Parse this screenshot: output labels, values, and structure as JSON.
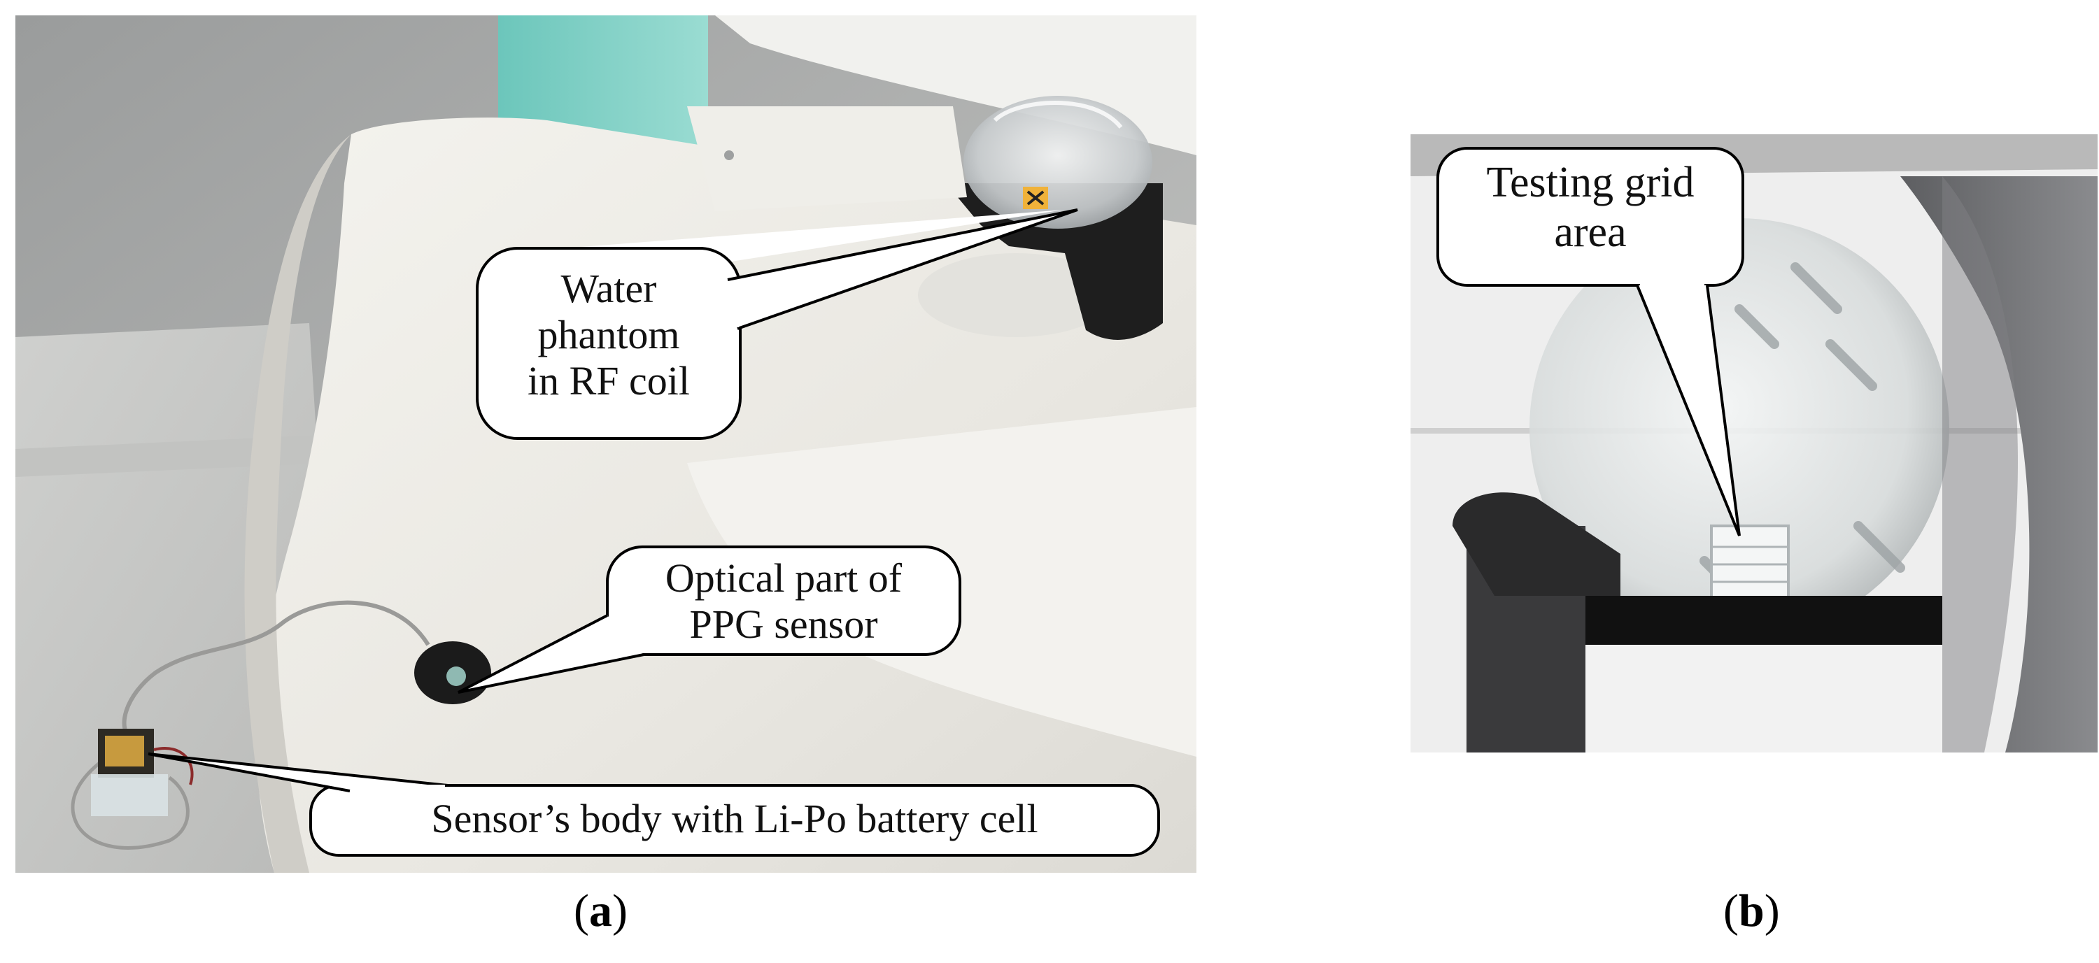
{
  "panel_a": {
    "callouts": {
      "water_phantom": [
        "Water",
        "phantom",
        "in RF coil"
      ],
      "optical_part": [
        "Optical part of",
        "PPG sensor"
      ],
      "sensor_body": "Sensor’s body with Li-Po battery cell"
    },
    "caption_letter": "a"
  },
  "panel_b": {
    "callouts": {
      "testing_grid": [
        "Testing grid",
        "area"
      ]
    },
    "caption_letter": "b"
  },
  "colors": {
    "panel_a_bg": "#d9d9d6",
    "table_white": "#eeede8",
    "scanner_teal": "#7fd0c6",
    "coil_black": "#1e1e1e",
    "panel_b_wall": "#efefef",
    "panel_b_arch": "#6e6f72",
    "callout_border": "#000000"
  }
}
